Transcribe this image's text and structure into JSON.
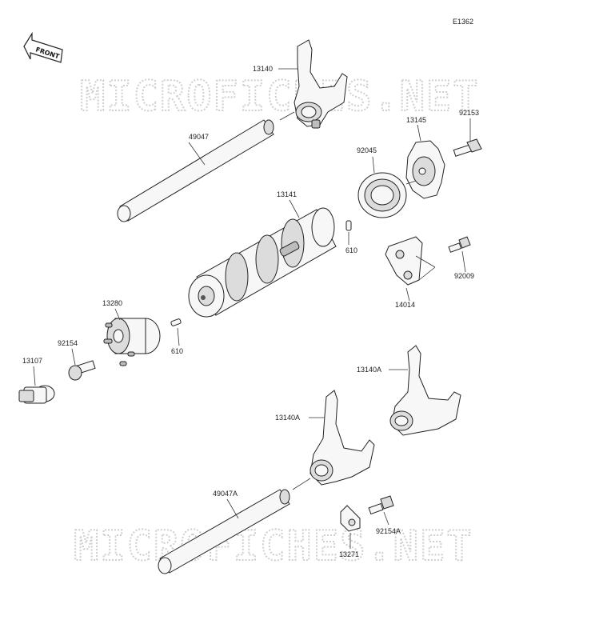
{
  "diagram_code": "E1362",
  "front_arrow_text": "FRONT",
  "watermark_text": "MICROFICHES.NET",
  "part_labels": {
    "p13140": "13140",
    "p49047": "49047",
    "p92153": "92153",
    "p13145": "13145",
    "p92045": "92045",
    "p13141": "13141",
    "p610_upper": "610",
    "p92009": "92009",
    "p14014": "14014",
    "p13280": "13280",
    "p92154": "92154",
    "p13107": "13107",
    "p610_lower": "610",
    "p13140A_right": "13140A",
    "p13140A_left": "13140A",
    "p49047A": "49047A",
    "p92154A": "92154A",
    "p13271": "13271"
  }
}
